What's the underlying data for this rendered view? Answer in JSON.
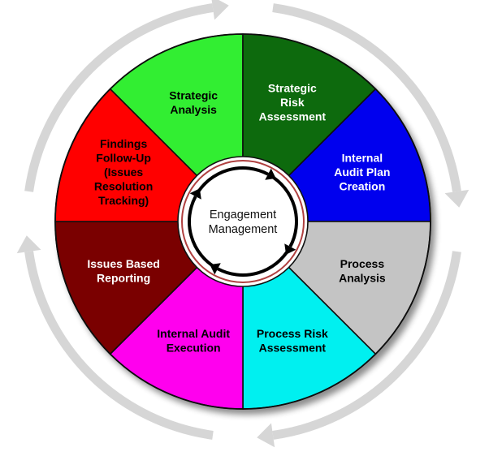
{
  "diagram": {
    "hub": {
      "lines": [
        "Engagement",
        "Management"
      ]
    },
    "segments": [
      {
        "id": "strategic-analysis",
        "lines": [
          "Strategic",
          "Analysis"
        ],
        "color": "#33ee33",
        "text_color": "#000000"
      },
      {
        "id": "strategic-risk-assessment",
        "lines": [
          "Strategic",
          "Risk",
          "Assessment"
        ],
        "color": "#0b6b0b",
        "text_color": "#ffffff"
      },
      {
        "id": "internal-audit-plan-creation",
        "lines": [
          "Internal",
          "Audit Plan",
          "Creation"
        ],
        "color": "#0000ee",
        "text_color": "#ffffff"
      },
      {
        "id": "process-analysis",
        "lines": [
          "Process",
          "Analysis"
        ],
        "color": "#c4c4c4",
        "text_color": "#000000"
      },
      {
        "id": "process-risk-assessment",
        "lines": [
          "Process Risk",
          "Assessment"
        ],
        "color": "#00f0f0",
        "text_color": "#000000"
      },
      {
        "id": "internal-audit-execution",
        "lines": [
          "Internal Audit",
          "Execution"
        ],
        "color": "#ff00ee",
        "text_color": "#000000"
      },
      {
        "id": "issues-based-reporting",
        "lines": [
          "Issues Based",
          "Reporting"
        ],
        "color": "#7a0000",
        "text_color": "#ffffff"
      },
      {
        "id": "findings-follow-up",
        "lines": [
          "Findings",
          "Follow-Up",
          "(Issues",
          "Resolution",
          "Tracking)"
        ],
        "color": "#ff0000",
        "text_color": "#000000"
      }
    ],
    "colors": {
      "outline": "#111111",
      "outer_arrow": "#d6d6d6",
      "hub_fill": "#ffffff",
      "hub_ring": "#b04040",
      "hub_arrows": "#000000"
    }
  }
}
